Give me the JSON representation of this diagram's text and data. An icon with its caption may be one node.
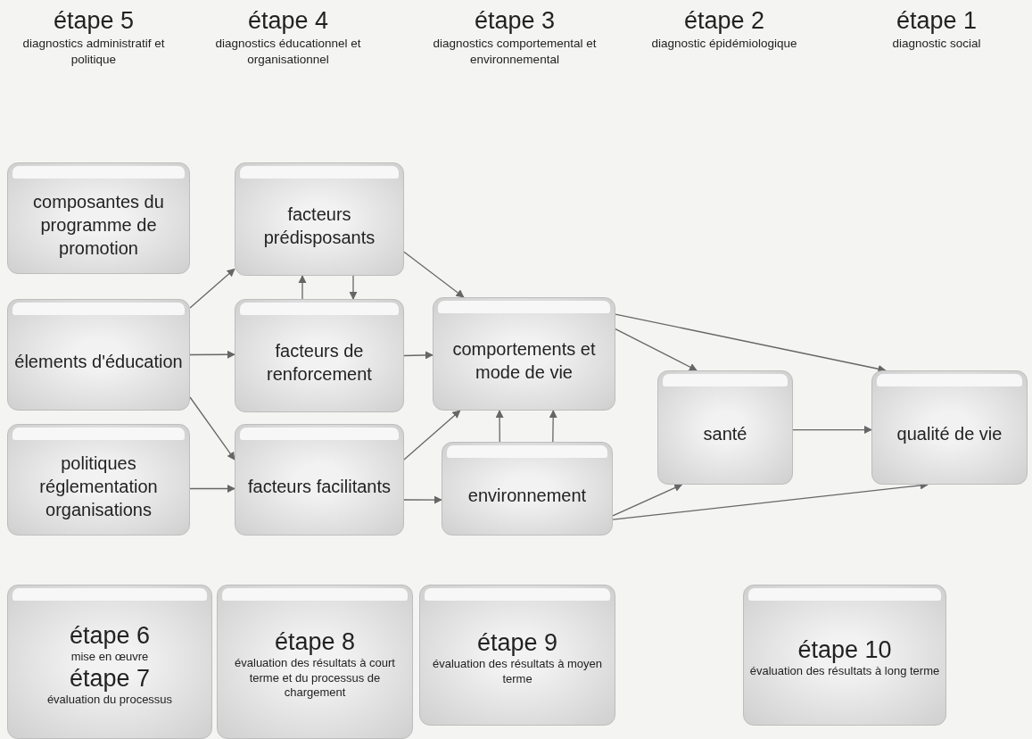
{
  "diagram": {
    "nodes": [
      {
        "text": [
          "composantes du programme de promotion"
        ]
      },
      {
        "text": [
          "élements d'éducation"
        ]
      },
      {
        "text": [
          "politiques réglementation organisations"
        ]
      },
      {
        "text": [
          "facteurs prédisposants"
        ]
      },
      {
        "text": [
          "facteurs de renforcement"
        ]
      },
      {
        "text": [
          "facteurs facilitants"
        ]
      },
      {
        "text": [
          "comportements et mode de vie"
        ]
      },
      {
        "text": [
          "environnement"
        ]
      },
      {
        "text": [
          "santé"
        ]
      },
      {
        "text": [
          "qualité de vie"
        ]
      },
      {
        "text": [
          "étape 6",
          "mise en œuvre",
          "étape 7",
          "évaluation du processus"
        ]
      },
      {
        "text": [
          "étape 8",
          "évaluation des résultats à court terme et du processus de chargement"
        ]
      },
      {
        "text": [
          "étape 9",
          "évaluation des résultats à moyen terme"
        ]
      },
      {
        "text": [
          "étape 10",
          "évaluation des résultats à long terme"
        ]
      }
    ],
    "edges": [
      {
        "from": 1,
        "to": 3,
        "arrow": "to"
      },
      {
        "from": 1,
        "to": 4,
        "arrow": "to"
      },
      {
        "from": 1,
        "to": 5,
        "arrow": "to"
      },
      {
        "from": 2,
        "to": 5,
        "arrow": "to"
      },
      {
        "from": 4,
        "to": 3,
        "arrow": "to"
      },
      {
        "from": 3,
        "to": 4,
        "arrow": "to"
      },
      {
        "from": 3,
        "to": 6,
        "arrow": "to"
      },
      {
        "from": 4,
        "to": 6,
        "arrow": "to"
      },
      {
        "from": 5,
        "to": 6,
        "arrow": "to"
      },
      {
        "from": 5,
        "to": 7,
        "arrow": "to"
      },
      {
        "from": 7,
        "to": 6,
        "arrow": "to"
      },
      {
        "from": 7,
        "to": 6,
        "arrow": "to"
      },
      {
        "from": 6,
        "to": 8,
        "arrow": "to"
      },
      {
        "from": 6,
        "to": 9,
        "arrow": "to"
      },
      {
        "from": 7,
        "to": 8,
        "arrow": "to"
      },
      {
        "from": 7,
        "to": 9,
        "arrow": "to"
      },
      {
        "from": 8,
        "to": 9,
        "arrow": "to"
      }
    ],
    "labels": [
      "étape 5",
      "diagnostics administratif et politique",
      "étape 4",
      "diagnostics éducationnel et organisationnel",
      "étape 3",
      "diagnostics comportemental et environnemental",
      "étape 2",
      "diagnostic épidémiologique",
      "étape 1",
      "diagnostic social"
    ]
  }
}
